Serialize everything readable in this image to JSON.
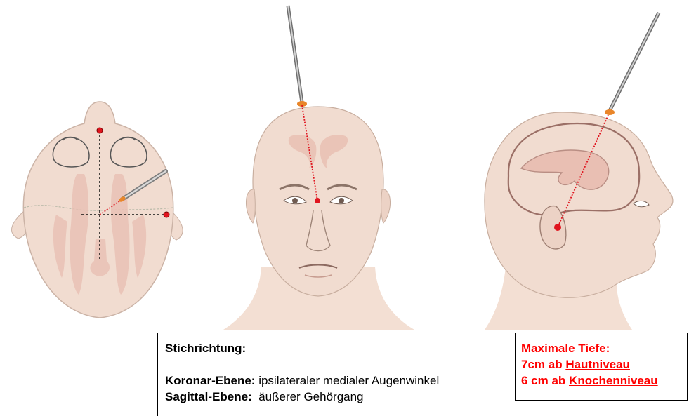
{
  "direction_box": {
    "heading": "Stichrichtung:",
    "coronal_label": "Koronar-Ebene:",
    "coronal_text": " ipsilateraler medialer Augenwinkel",
    "sagittal_label": "Sagittal-Ebene:",
    "sagittal_text": "  äußerer Gehörgang"
  },
  "depth_box": {
    "heading": "Maximale Tiefe:",
    "skin_prefix": "7cm ab ",
    "skin_link": "Hautniveau",
    "bone_prefix": "6 cm ab ",
    "bone_link": "Knochenniveau"
  },
  "colors": {
    "accent_red": "#ff0000",
    "skin": "#f1dcd0",
    "ventricle": "#e9bfb3",
    "target_dot": "#e0141e",
    "needle": "#8a8a8a",
    "entry_marker": "#e9862a"
  },
  "icons": [
    "skull-top-view",
    "face-front-view",
    "head-side-view",
    "needle"
  ]
}
